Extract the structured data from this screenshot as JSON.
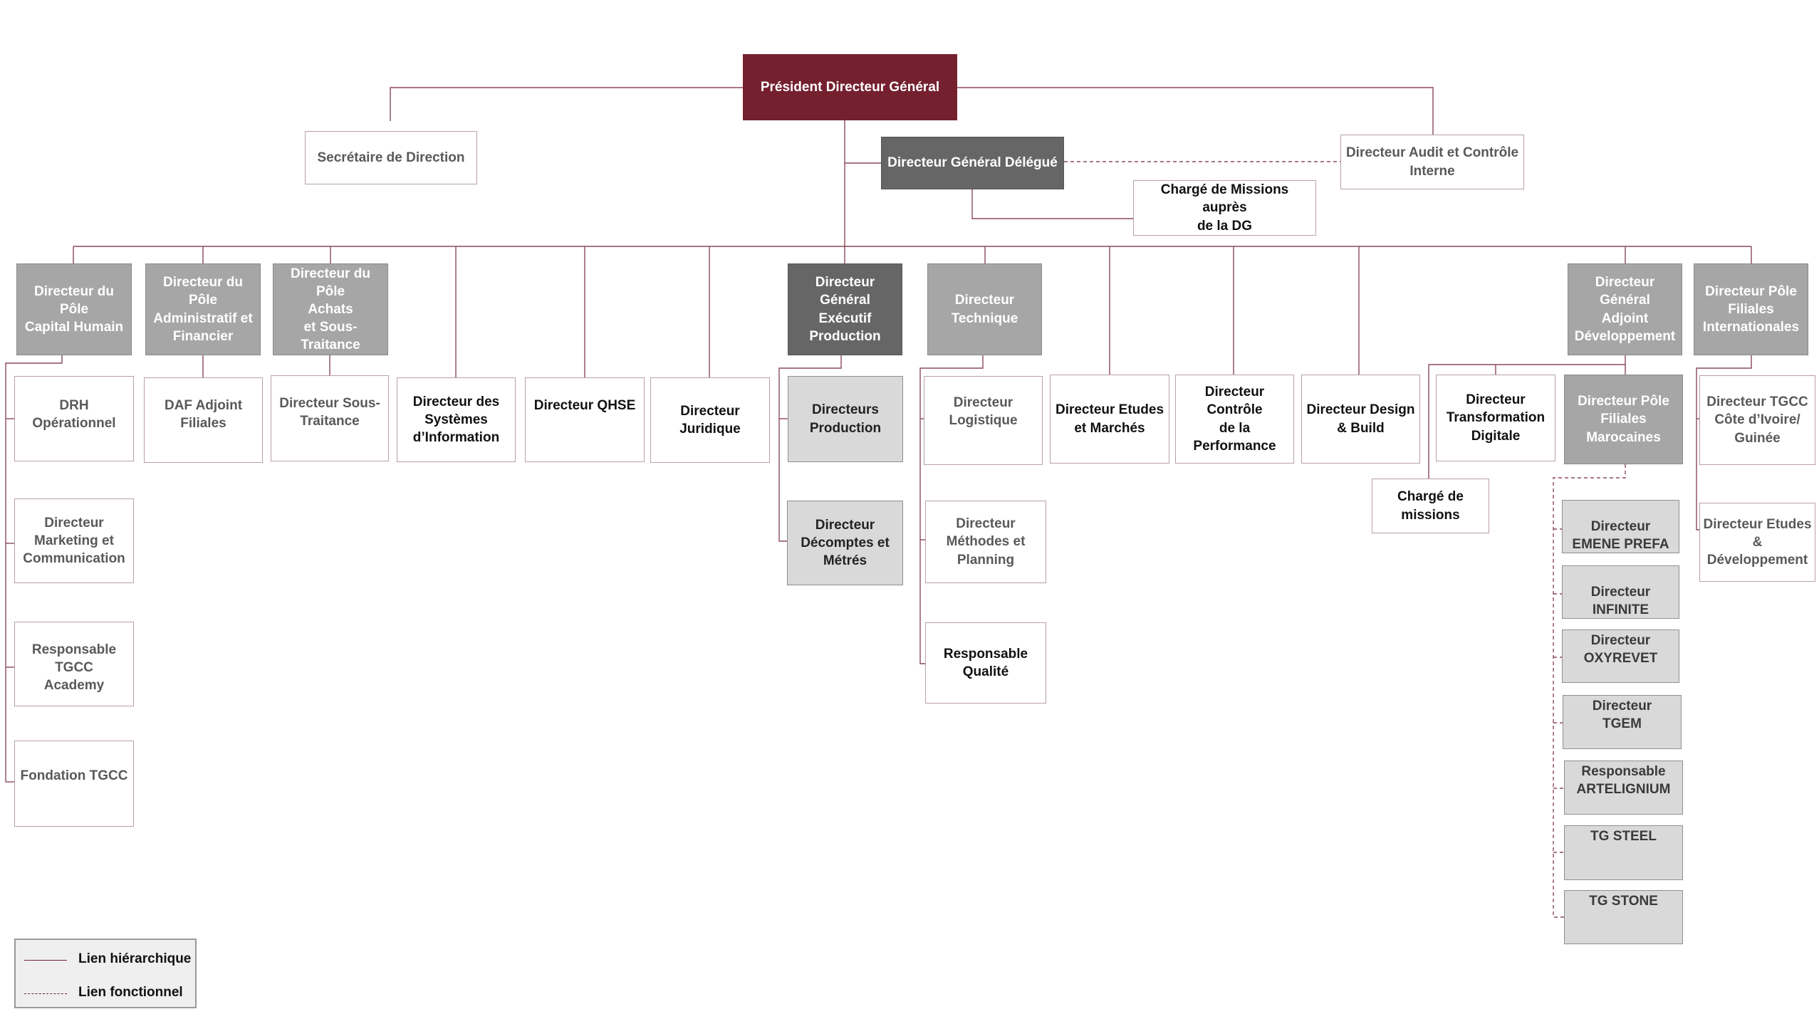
{
  "diagram": {
    "nodes": {
      "pdg": "Président Directeur Général",
      "secretaire": "Secrétaire de Direction",
      "dgd": "Directeur Général Délégué",
      "audit": "Directeur Audit et Contrôle\nInterne",
      "charge_missions_dg": "Chargé de Missions auprès\nde la DG",
      "pole_capital_humain": "Directeur du Pôle\nCapital Humain",
      "pole_admin_financier": "Directeur du Pôle\nAdministratif et\nFinancier",
      "pole_achats": "Directeur du Pôle\nAchats\net Sous-Traitance",
      "dg_executif": "Directeur Général\nExécutif\nProduction",
      "dir_technique": "Directeur\nTechnique",
      "dga_developpement": "Directeur Général\nAdjoint\nDéveloppement",
      "pole_filiales_int": "Directeur Pôle\nFiliales\nInternationales",
      "drh_operationnel": "DRH Opérationnel",
      "marketing": "Directeur\nMarketing et\nCommunication",
      "tgcc_academy": "Responsable TGCC\nAcademy",
      "fondation": "Fondation TGCC",
      "daf_adjoint": "DAF Adjoint\nFiliales",
      "sous_traitance": "Directeur Sous-\nTraitance",
      "systemes_info": "Directeur des\nSystèmes\nd’Information",
      "qhse": "Directeur QHSE",
      "juridique": "Directeur\nJuridique",
      "directeurs_production": "Directeurs\nProduction",
      "decomptes": "Directeur\nDécomptes et\nMétrés",
      "logistique": "Directeur\nLogistique",
      "methodes": "Directeur\nMéthodes et\nPlanning",
      "qualite": "Responsable\nQualité",
      "etudes_marches": "Directeur Etudes\net Marchés",
      "controle_performance": "Directeur Contrôle\nde la Performance",
      "design_build": "Directeur Design\n& Build",
      "transformation_digitale": "Directeur\nTransformation\nDigitale",
      "charge_missions": "Chargé de\nmissions",
      "pole_filiales_maroc": "Directeur Pôle\nFiliales\nMarocaines",
      "emene_prefa": "Directeur\nEMENE PREFA",
      "infinite": "Directeur\nINFINITE",
      "oxyrevet": "Directeur\nOXYREVET",
      "tgem": "Directeur\nTGEM",
      "artelignium": "Responsable\nARTELIGNIUM",
      "tg_steel": "TG STEEL",
      "tg_stone": "TG STONE",
      "tgcc_ci_guinee": "Directeur TGCC\nCôte d’Ivoire/\nGuinée",
      "etudes_developpement": "Directeur Etudes\n&\nDéveloppement"
    },
    "colors": {
      "brand": "#74202f",
      "link": "#74202f",
      "dark_grey": "#666666",
      "mid_grey": "#a6a6a6",
      "light_grey": "#d9d9d9"
    }
  },
  "legend": {
    "hierarchical": "Lien hiérarchique",
    "functional": "Lien fonctionnel"
  }
}
